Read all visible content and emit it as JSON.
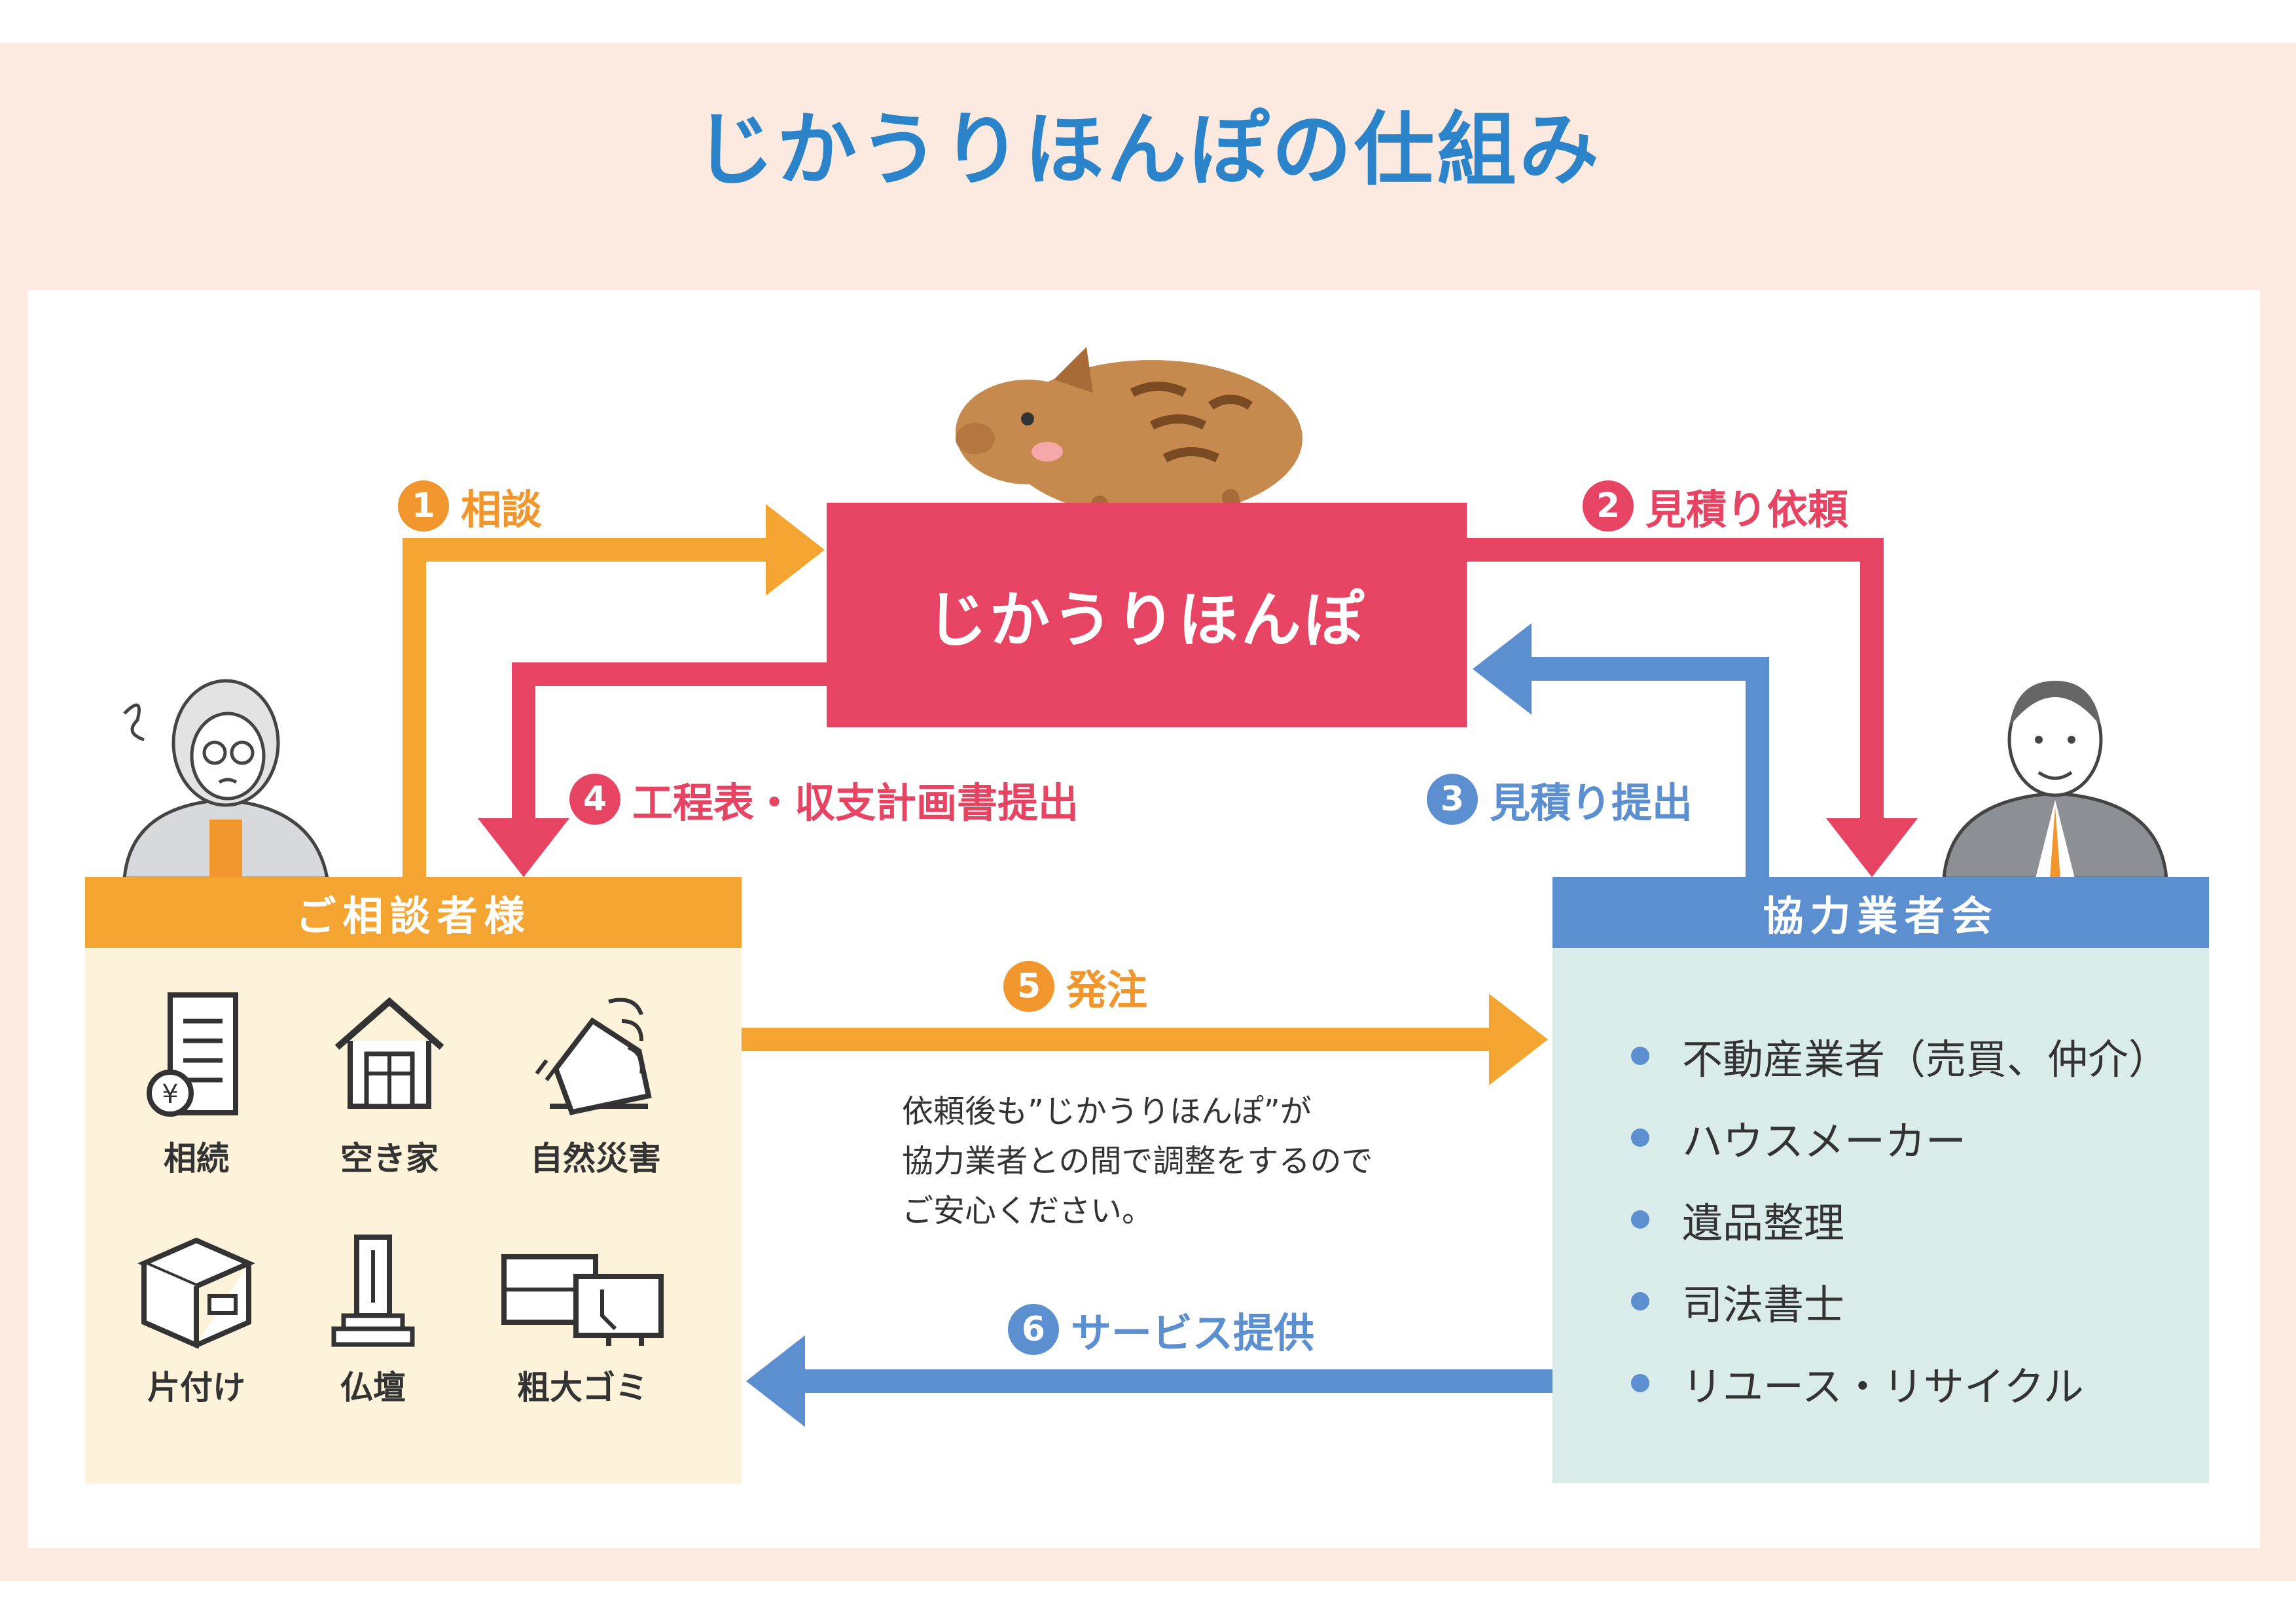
{
  "title": "じかうりほんぽの仕組み",
  "center": {
    "label": "じかうりほんぽ"
  },
  "steps": [
    {
      "num": "1",
      "label": "相談"
    },
    {
      "num": "2",
      "label": "見積り依頼"
    },
    {
      "num": "3",
      "label": "見積り提出"
    },
    {
      "num": "4",
      "label": "工程表・収支計画書提出"
    },
    {
      "num": "5",
      "label": "発注"
    },
    {
      "num": "6",
      "label": "サービス提供"
    }
  ],
  "customer": {
    "heading": "ご相談者様",
    "categories": [
      {
        "label": "相続",
        "icon": "inheritance-document-icon"
      },
      {
        "label": "空き家",
        "icon": "vacant-house-icon"
      },
      {
        "label": "自然災害",
        "icon": "disaster-house-icon"
      },
      {
        "label": "片付け",
        "icon": "box-icon"
      },
      {
        "label": "仏壇",
        "icon": "altar-icon"
      },
      {
        "label": "粗大ゴミ",
        "icon": "bulky-waste-icon"
      }
    ]
  },
  "partner": {
    "heading": "協力業者会",
    "items": [
      "不動産業者（売買、仲介）",
      "ハウスメーカー",
      "遺品整理",
      "司法書士",
      "リユース・リサイクル"
    ]
  },
  "note": [
    "依頼後も”じかうりほんぽ”が",
    "協力業者との間で調整をするので",
    "ご安心ください。"
  ],
  "colors": {
    "orange": "#f4a531",
    "pink": "#e74362",
    "blue": "#5c8fd0",
    "title": "#2b83c9"
  }
}
